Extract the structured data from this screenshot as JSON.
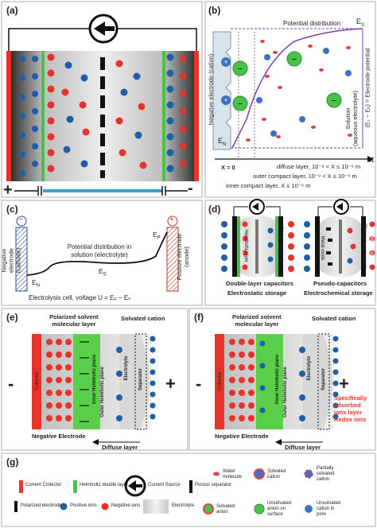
{
  "panels": {
    "a": {
      "label": "(a)",
      "plus": "+",
      "minus": "-"
    },
    "b": {
      "label": "(b)",
      "potential": "Potential distribution",
      "es": "E",
      "es_sub": "S",
      "en": "E",
      "en_sub": "N",
      "x_axis": "X",
      "neg_electrode": "Negative electrode (cation)",
      "solution": "Solution",
      "solution2": "(aqueous electrolyte)",
      "electrode_potential": "(Eₛ − Eₙ) = Electrode potential",
      "x_zero": "X = 0",
      "diffuse": "diffuse layer, 10⁻⁸ < X ≤ 10⁻⁶ m",
      "outer": "outer compact layer, 10⁻⁹ < X ≤ 10⁻⁸ m",
      "inner": "inner compact layer, X ≤ 10⁻⁹ m"
    },
    "c": {
      "label": "(c)",
      "minus": "−",
      "plus": "+",
      "neg": "Negative electrode",
      "neg2": "(cathode)",
      "pos": "Positive electrode",
      "pos2": "(anode)",
      "potential": "Potential distribution in",
      "potential2": "solution (electrolyte)",
      "ep": "E",
      "ep_sub": "P",
      "es": "E",
      "es_sub": "S",
      "en": "E",
      "en_sub": "N",
      "cell": "Electrolysis cell, voltage U = Eₚ − Eₙ"
    },
    "d": {
      "label": "(d)",
      "carbon1": "Carbon electrodes",
      "helm1": "Helmholtz layer",
      "carbon2": "Carbon electrodes",
      "metal1": "Metal oxide electrodes",
      "charge1": "Charge transfer layer",
      "metal2": "Metal oxide electrodes",
      "dl_title": "Double-layer capacitors",
      "dl_sub": "Electrostatic storage",
      "pc_title": "Pseudo-capacitors",
      "pc_sub": "Electrochemical storage"
    },
    "e": {
      "label": "(e)",
      "polarized": "Polarized solvent",
      "polarized2": "molecular layer",
      "solvated": "Solvated cation",
      "collector": "Collector",
      "inner_h": "Inner Helmholtz plane",
      "outer_h": "Outer Helmholtz plane",
      "electrolyte": "Electrolyte",
      "separator": "Separator",
      "neg_electrode": "Negative Electrode",
      "diffuse": "Diffuse layer",
      "minus": "-",
      "plus": "+"
    },
    "f": {
      "label": "(f)",
      "polarized": "Polarized solvent",
      "polarized2": "molecular layer",
      "solvated": "Solvated cation",
      "collector": "Collector",
      "inner_h": "Inner Helmholtz plane",
      "outer_h": "Outer Helmholtz plane",
      "electrolyte": "Electrolyte",
      "separator": "Separator",
      "neg_electrode": "Negative Electrode",
      "diffuse": "Diffuse layer",
      "specific": "Specifically",
      "specific2": "adsorbed",
      "specific3": "ions layer",
      "redox": "Redox ions",
      "minus": "-",
      "plus": "+"
    },
    "g": {
      "label": "(g)",
      "current_collector": "Current Collector",
      "helmholtz": "Helmholtz double layer",
      "current_source": "Current Source",
      "porous": "Porous separator",
      "polarized_electrode": "Polarized electrode",
      "positive_ions": "Positive ions",
      "negative_ions": "Negative ions",
      "electrolyte": "Electrolyte",
      "water": "Water",
      "water2": "molecule",
      "solvated_cation": "Solvated",
      "solvated_cation2": "cation",
      "partial": "Partially",
      "partial2": "solvated",
      "partial3": "cation",
      "solvated_anion": "Solvated",
      "solvated_anion2": "anion",
      "unsolvated_surface": "Unsolvated",
      "unsolvated_surface2": "anion on",
      "unsolvated_surface3": "surface",
      "unsolvated_pore": "Unsolvated",
      "unsolvated_pore2": "cation in",
      "unsolvated_pore3": "pore"
    }
  },
  "colors": {
    "red": "#e8332a",
    "blue": "#1f5fa8",
    "green": "#49c24a",
    "black": "#111111",
    "gray": "#9a9a9a",
    "purple": "#7a3fb0"
  }
}
